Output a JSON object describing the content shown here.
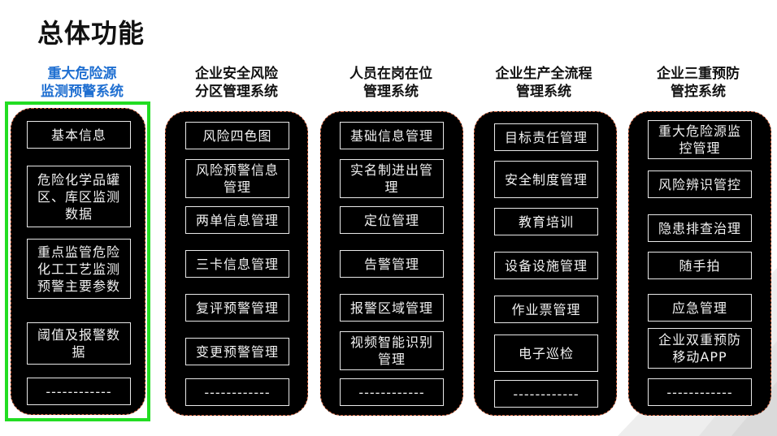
{
  "page": {
    "title": "总体功能"
  },
  "columns": [
    {
      "title_l1": "重大危险源",
      "title_l2": "监测预警系统",
      "items": [
        "基本信息",
        "危险化学品罐区、库区监测数据",
        "重点监管危险化工工艺监测预警主要参数",
        "阈值及报警数据",
        "------------"
      ]
    },
    {
      "title_l1": "企业安全风险",
      "title_l2": "分区管理系统",
      "items": [
        "风险四色图",
        "风险预警信息管理",
        "两单信息管理",
        "三卡信息管理",
        "复评预警管理",
        "变更预警管理",
        "------------"
      ]
    },
    {
      "title_l1": "人员在岗在位",
      "title_l2": "管理系统",
      "items": [
        "基础信息管理",
        "实名制进出管理",
        "定位管理",
        "告警管理",
        "报警区域管理",
        "视频智能识别管理",
        "------------"
      ]
    },
    {
      "title_l1": "企业生产全流程",
      "title_l2": "管理系统",
      "items": [
        "目标责任管理",
        "安全制度管理",
        "教育培训",
        "设备设施管理",
        "作业票管理",
        "电子巡检",
        "------------"
      ]
    },
    {
      "title_l1": "企业三重预防",
      "title_l2": "管控系统",
      "items": [
        "重大危险源监控管理",
        "风险辨识管控",
        "隐患排查治理",
        "随手拍",
        "应急管理",
        "企业双重预防移动APP",
        "------------"
      ]
    }
  ]
}
